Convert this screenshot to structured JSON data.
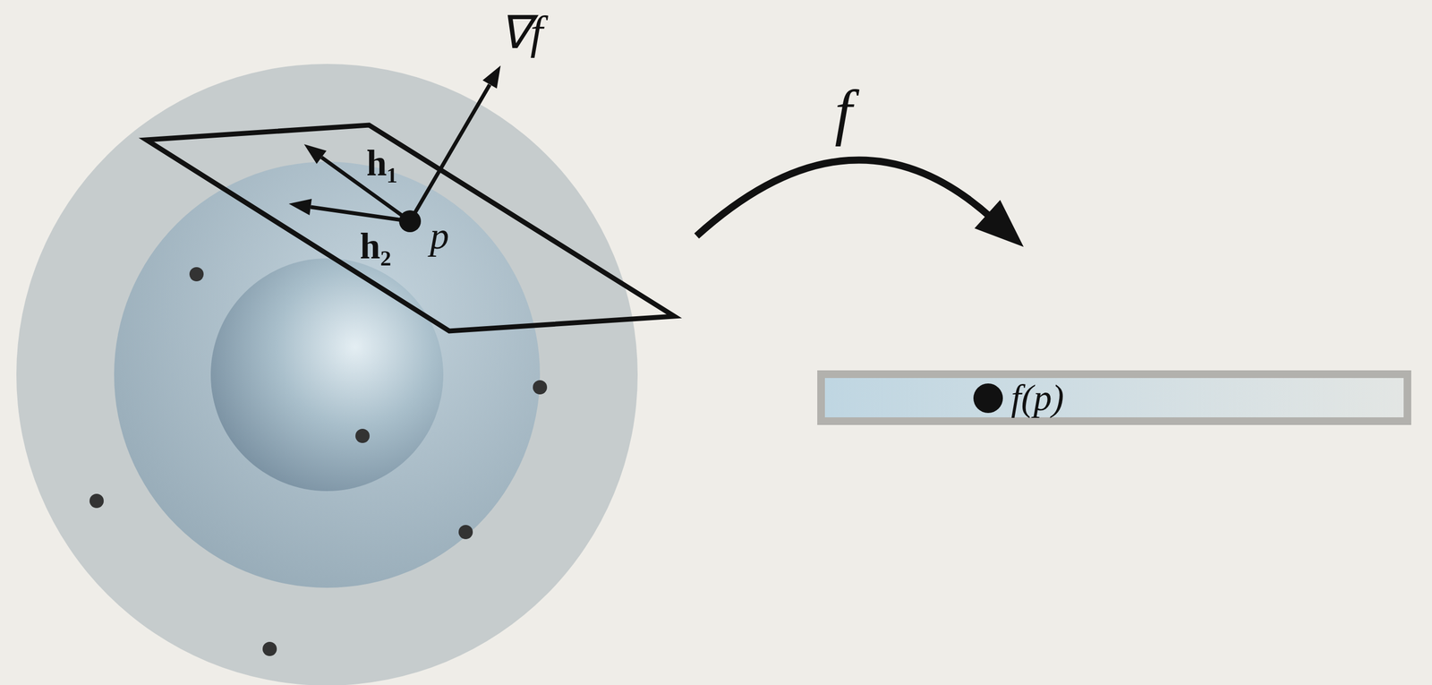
{
  "diagram": {
    "nodes": [
      {
        "text": [
          "f(p)"
        ]
      }
    ],
    "labels": [
      "∇f",
      "f",
      "h₁",
      "h₂",
      "p"
    ]
  }
}
